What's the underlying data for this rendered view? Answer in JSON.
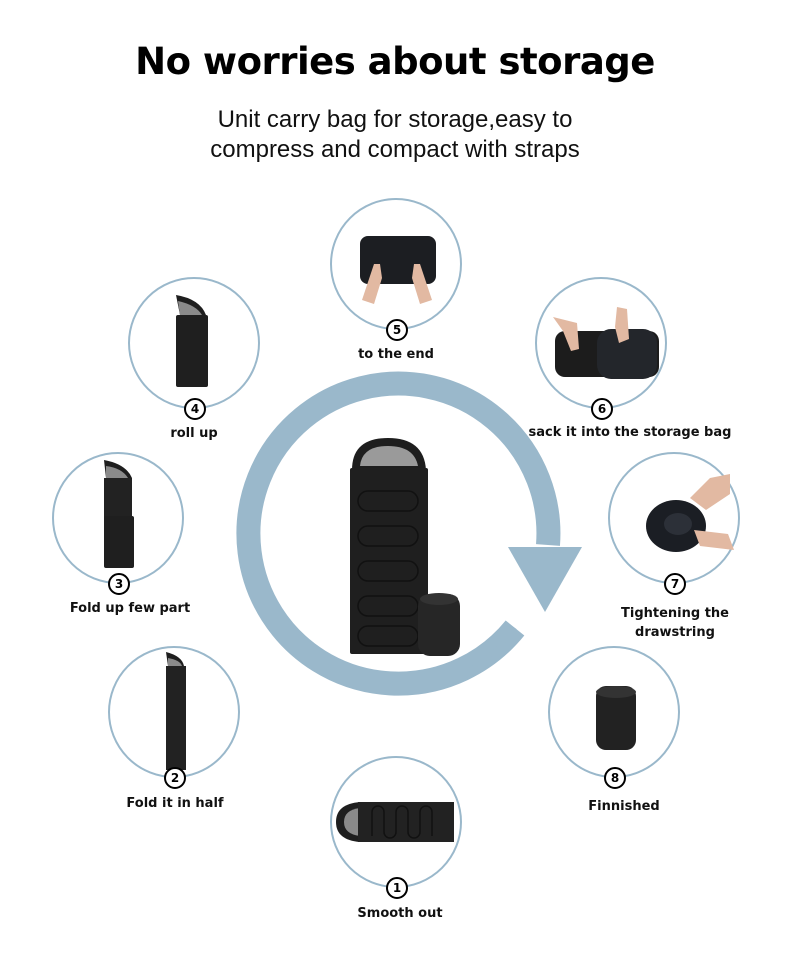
{
  "header": {
    "title": "No worries about storage",
    "subtitle_line1": "Unit carry bag for storage,easy to",
    "subtitle_line2": "compress and compact with straps"
  },
  "colors": {
    "accent_blue": "#9ab8cb",
    "bag_black": "#1e1e1e",
    "hood_gray": "#9a9a9a"
  },
  "steps": [
    {
      "number": "1",
      "label": "Smooth out",
      "icon": "flat-sleeping-bag-icon"
    },
    {
      "number": "2",
      "label": "Fold it in half",
      "icon": "folded-half-bag-icon"
    },
    {
      "number": "3",
      "label": "Fold up few part",
      "icon": "folded-parts-bag-icon"
    },
    {
      "number": "4",
      "label": "roll up",
      "icon": "rolled-bag-icon"
    },
    {
      "number": "5",
      "label": "to the end",
      "icon": "hands-rolling-bag-icon"
    },
    {
      "number": "6",
      "label": "sack it into the storage bag",
      "icon": "stuffing-sack-icon"
    },
    {
      "number": "7",
      "label_line1": "Tightening the",
      "label_line2": "drawstring",
      "icon": "drawstring-sack-icon"
    },
    {
      "number": "8",
      "label": "Finnished",
      "icon": "compressed-sack-icon"
    }
  ],
  "center": {
    "icon": "sleeping-bag-with-sack-icon",
    "arrow": "clockwise-arrow-icon"
  }
}
